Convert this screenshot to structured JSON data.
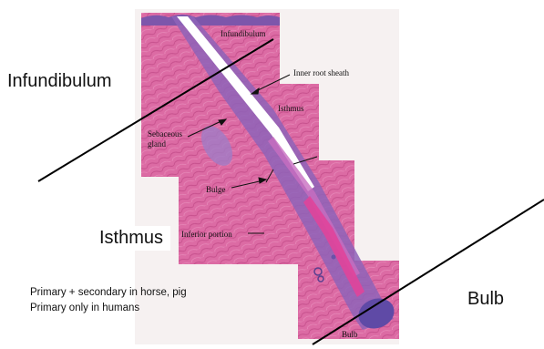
{
  "big_labels": {
    "infundibulum": "Infundibulum",
    "isthmus": "Isthmus",
    "bulb": "Bulb"
  },
  "notes": [
    "Primary + secondary in horse, pig",
    "Primary only in humans"
  ],
  "figure_labels": {
    "infundibulum": "Infundibulum",
    "inner_root_sheath": "Inner root sheath",
    "isthmus": "Isthmus",
    "sebaceous_gland_line1": "Sebaceous",
    "sebaceous_gland_line2": "gland",
    "bulge": "Bulge",
    "inferior_portion": "Inferior portion",
    "bulb": "Bulb"
  },
  "colors": {
    "dermis": "#d9639e",
    "dermis_light": "#e98bbb",
    "epithelium": "#8b5fb4",
    "hair_shaft": "#ffffff",
    "bulb": "#6a52a8",
    "paper": "#f7f3f3"
  }
}
